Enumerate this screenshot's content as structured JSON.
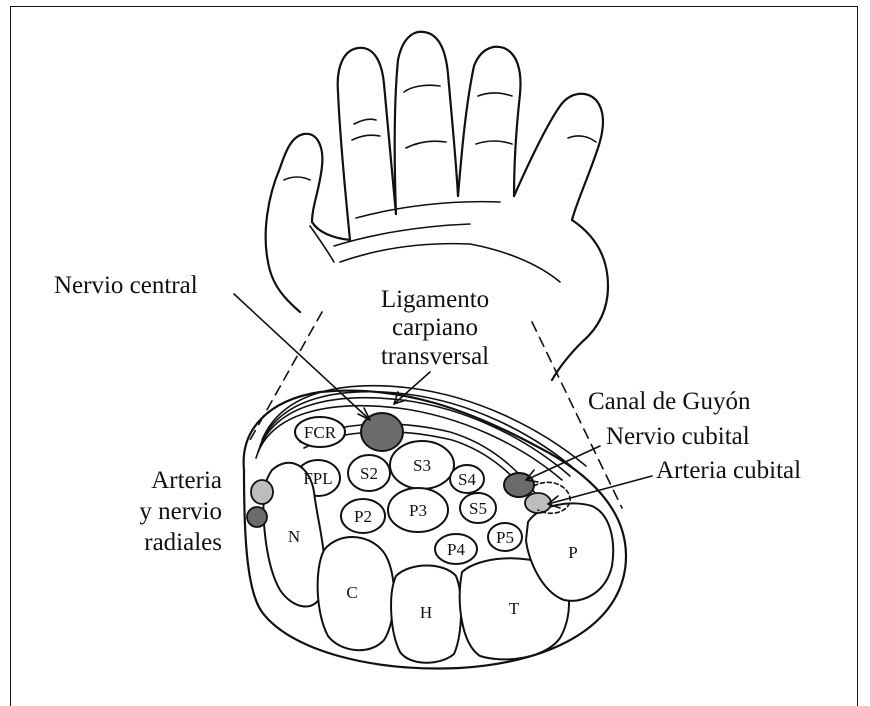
{
  "labels": {
    "nervio_central": "Nervio central",
    "ligamento_1": "Ligamento",
    "ligamento_2": "carpiano",
    "ligamento_3": "transversal",
    "canal_guyon": "Canal de Guyón",
    "nervio_cubital": "Nervio cubital",
    "arteria_cubital": "Arteria cubital",
    "arteria_radial_1": "Arteria",
    "arteria_radial_2": "y nervio",
    "arteria_radial_3": "radiales"
  },
  "structures": {
    "fcr": "FCR",
    "fpl": "FPL",
    "s2": "S2",
    "s3": "S3",
    "s4": "S4",
    "s5": "S5",
    "p2": "P2",
    "p3": "P3",
    "p4": "P4",
    "p5": "P5",
    "n": "N",
    "c": "C",
    "h": "H",
    "t": "T",
    "p": "P"
  },
  "colors": {
    "nerve_fill": "#6b6b6b",
    "artery_fill": "#bdbdbd",
    "ink": "#111111"
  }
}
